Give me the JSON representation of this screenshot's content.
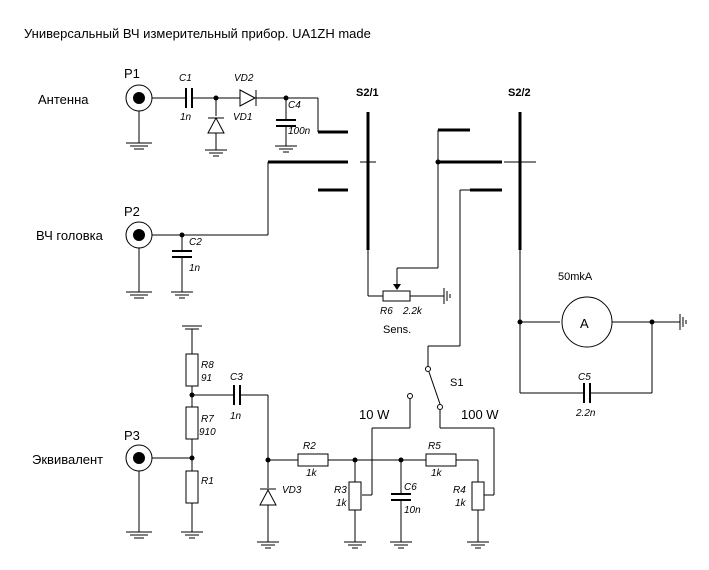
{
  "title": "Универсальный ВЧ измерительный прибор.  UA1ZH made",
  "inputs": {
    "antenna": "Антенна",
    "rf_head": "ВЧ головка",
    "dummy_load": "Эквивалент"
  },
  "connectors": {
    "p1": "P1",
    "p2": "P2",
    "p3": "P3"
  },
  "components": {
    "c1": {
      "ref": "C1",
      "value": "1n"
    },
    "c2": {
      "ref": "C2",
      "value": "1n"
    },
    "c3": {
      "ref": "C3",
      "value": "1n"
    },
    "c4": {
      "ref": "C4",
      "value": "100n"
    },
    "c5": {
      "ref": "C5",
      "value": "2.2n"
    },
    "c6": {
      "ref": "C6",
      "value": "10n"
    },
    "vd1": "VD1",
    "vd2": "VD2",
    "vd3": "VD3",
    "r1": "R1",
    "r2": {
      "ref": "R2",
      "value": "1k"
    },
    "r3": {
      "ref": "R3",
      "value": "1k"
    },
    "r4": {
      "ref": "R4",
      "value": "1k"
    },
    "r5": {
      "ref": "R5",
      "value": "1k"
    },
    "r6": {
      "ref": "R6",
      "value": "2.2k"
    },
    "r7": {
      "ref": "R7",
      "value": "910"
    },
    "r8": {
      "ref": "R8",
      "value": "91"
    }
  },
  "switches": {
    "s2_1": "S2/1",
    "s2_2": "S2/2",
    "s1": "S1"
  },
  "sens_label": "Sens.",
  "meter": {
    "range": "50mkA",
    "symbol": "A"
  },
  "power_positions": {
    "low": "10 W",
    "high": "100 W"
  }
}
